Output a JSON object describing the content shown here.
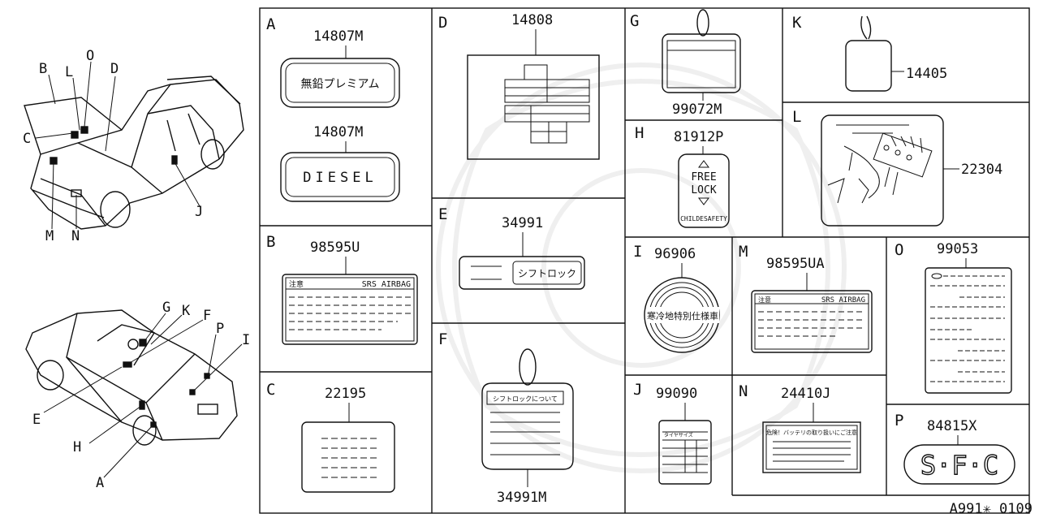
{
  "doc_code": "A991✳ 0109",
  "callouts": {
    "top": [
      "B",
      "L",
      "O",
      "D",
      "C",
      "M",
      "N",
      "J"
    ],
    "bottom": [
      "G",
      "K",
      "F",
      "P",
      "I",
      "E",
      "H",
      "A"
    ]
  },
  "panels": {
    "A": {
      "letter": "A",
      "part1": "14807M",
      "label1": "無鉛プレミアム",
      "part2": "14807M",
      "label2": "DIESEL"
    },
    "B": {
      "letter": "B",
      "part": "98595U",
      "head_left": "注意",
      "head_right": "SRS AIRBAG"
    },
    "C": {
      "letter": "C",
      "part": "22195"
    },
    "D": {
      "letter": "D",
      "part": "14808"
    },
    "E": {
      "letter": "E",
      "part": "34991",
      "label": "シフトロック"
    },
    "F": {
      "letter": "F",
      "part": "34991M",
      "head": "シフトロックについて"
    },
    "G": {
      "letter": "G",
      "part": "99072M"
    },
    "H": {
      "letter": "H",
      "part": "81912P",
      "line1": "FREE",
      "line2": "LOCK",
      "line3": "CHILDESAFETY"
    },
    "I": {
      "letter": "I",
      "part": "96906",
      "label": "寒冷地特別仕様車"
    },
    "J": {
      "letter": "J",
      "part": "99090",
      "head": "タイヤサイズ"
    },
    "K": {
      "letter": "K",
      "part": "14405"
    },
    "L": {
      "letter": "L",
      "part": "22304"
    },
    "M": {
      "letter": "M",
      "part": "98595UA",
      "head_left": "注意",
      "head_right": "SRS AIRBAG"
    },
    "N": {
      "letter": "N",
      "part": "24410J",
      "head": "危険！バッテリの取り扱いにご注意"
    },
    "O": {
      "letter": "O",
      "part": "99053"
    },
    "P": {
      "letter": "P",
      "part": "84815X",
      "logo_text": "S·F·C"
    }
  }
}
